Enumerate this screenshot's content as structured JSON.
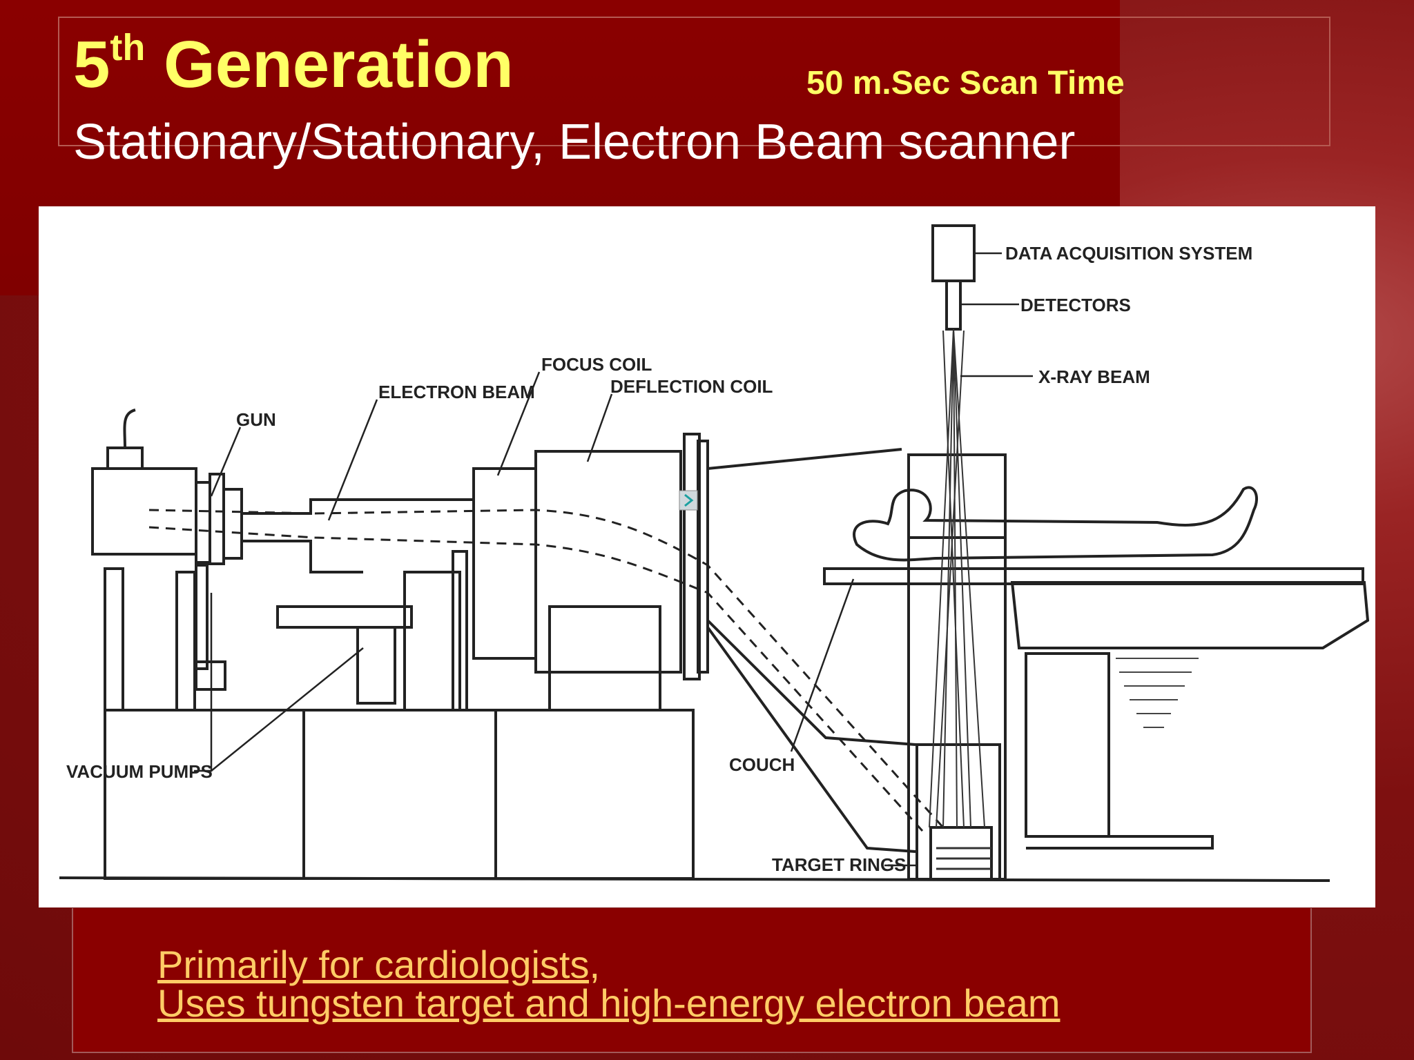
{
  "slide": {
    "title_number": "5",
    "title_superscript": "th",
    "title_word": "Generation",
    "scan_time": "50 m.Sec Scan Time",
    "subtitle": "Stationary/Stationary, Electron Beam scanner"
  },
  "diagram": {
    "labels": {
      "data_acquisition": "DATA ACQUISITION SYSTEM",
      "detectors": "DETECTORS",
      "xray_beam": "X-RAY BEAM",
      "focus_coil": "FOCUS COIL",
      "deflection_coil": "DEFLECTION COIL",
      "electron_beam": "ELECTRON BEAM",
      "gun": "GUN",
      "vacuum_pumps": "VACUUM PUMPS",
      "couch": "COUCH",
      "target_rings": "TARGET RINGS"
    }
  },
  "bullets": [
    "Primarily for cardiologists,",
    "Uses tungsten target and high-energy electron beam"
  ]
}
